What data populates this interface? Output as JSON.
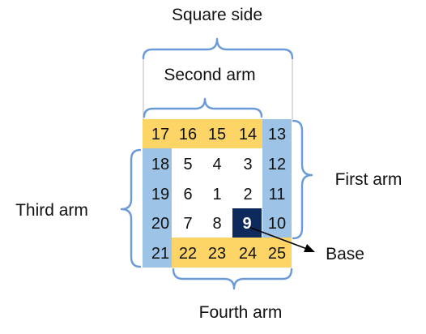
{
  "labels": {
    "square_side": "Square side",
    "second_arm": "Second arm",
    "first_arm": "First arm",
    "third_arm": "Third arm",
    "fourth_arm": "Fourth arm",
    "base": "Base"
  },
  "grid": {
    "rows": [
      [
        "17",
        "16",
        "15",
        "14",
        "13"
      ],
      [
        "18",
        "5",
        "4",
        "3",
        "12"
      ],
      [
        "19",
        "6",
        "1",
        "2",
        "11"
      ],
      [
        "20",
        "7",
        "8",
        "9",
        "10"
      ],
      [
        "21",
        "22",
        "23",
        "24",
        "25"
      ]
    ]
  },
  "colors": {
    "yellow_arm": "#fdd466",
    "blue_arm": "#9dc3e6",
    "base": "#0e2a5c",
    "brace": "#6a9ad8"
  }
}
